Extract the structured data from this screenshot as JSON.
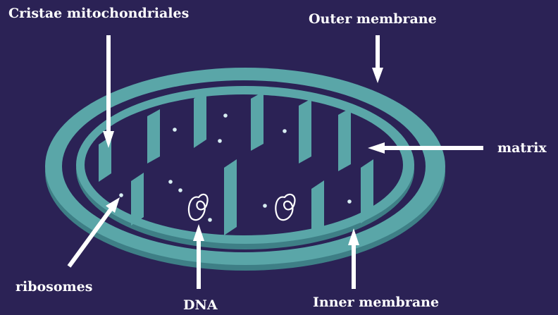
{
  "labels": {
    "cristae": "Cristae mitochondriales",
    "outer_membrane": "Outer membrane",
    "matrix": "matrix",
    "ribosomes": "ribosomes",
    "dna": "DNA",
    "inner_membrane": "Inner membrane"
  },
  "colors": {
    "background": "#2b2255",
    "membrane": "#5aa6a8",
    "membrane_shadow": "#3e7f86",
    "arrow": "#ffffff"
  }
}
